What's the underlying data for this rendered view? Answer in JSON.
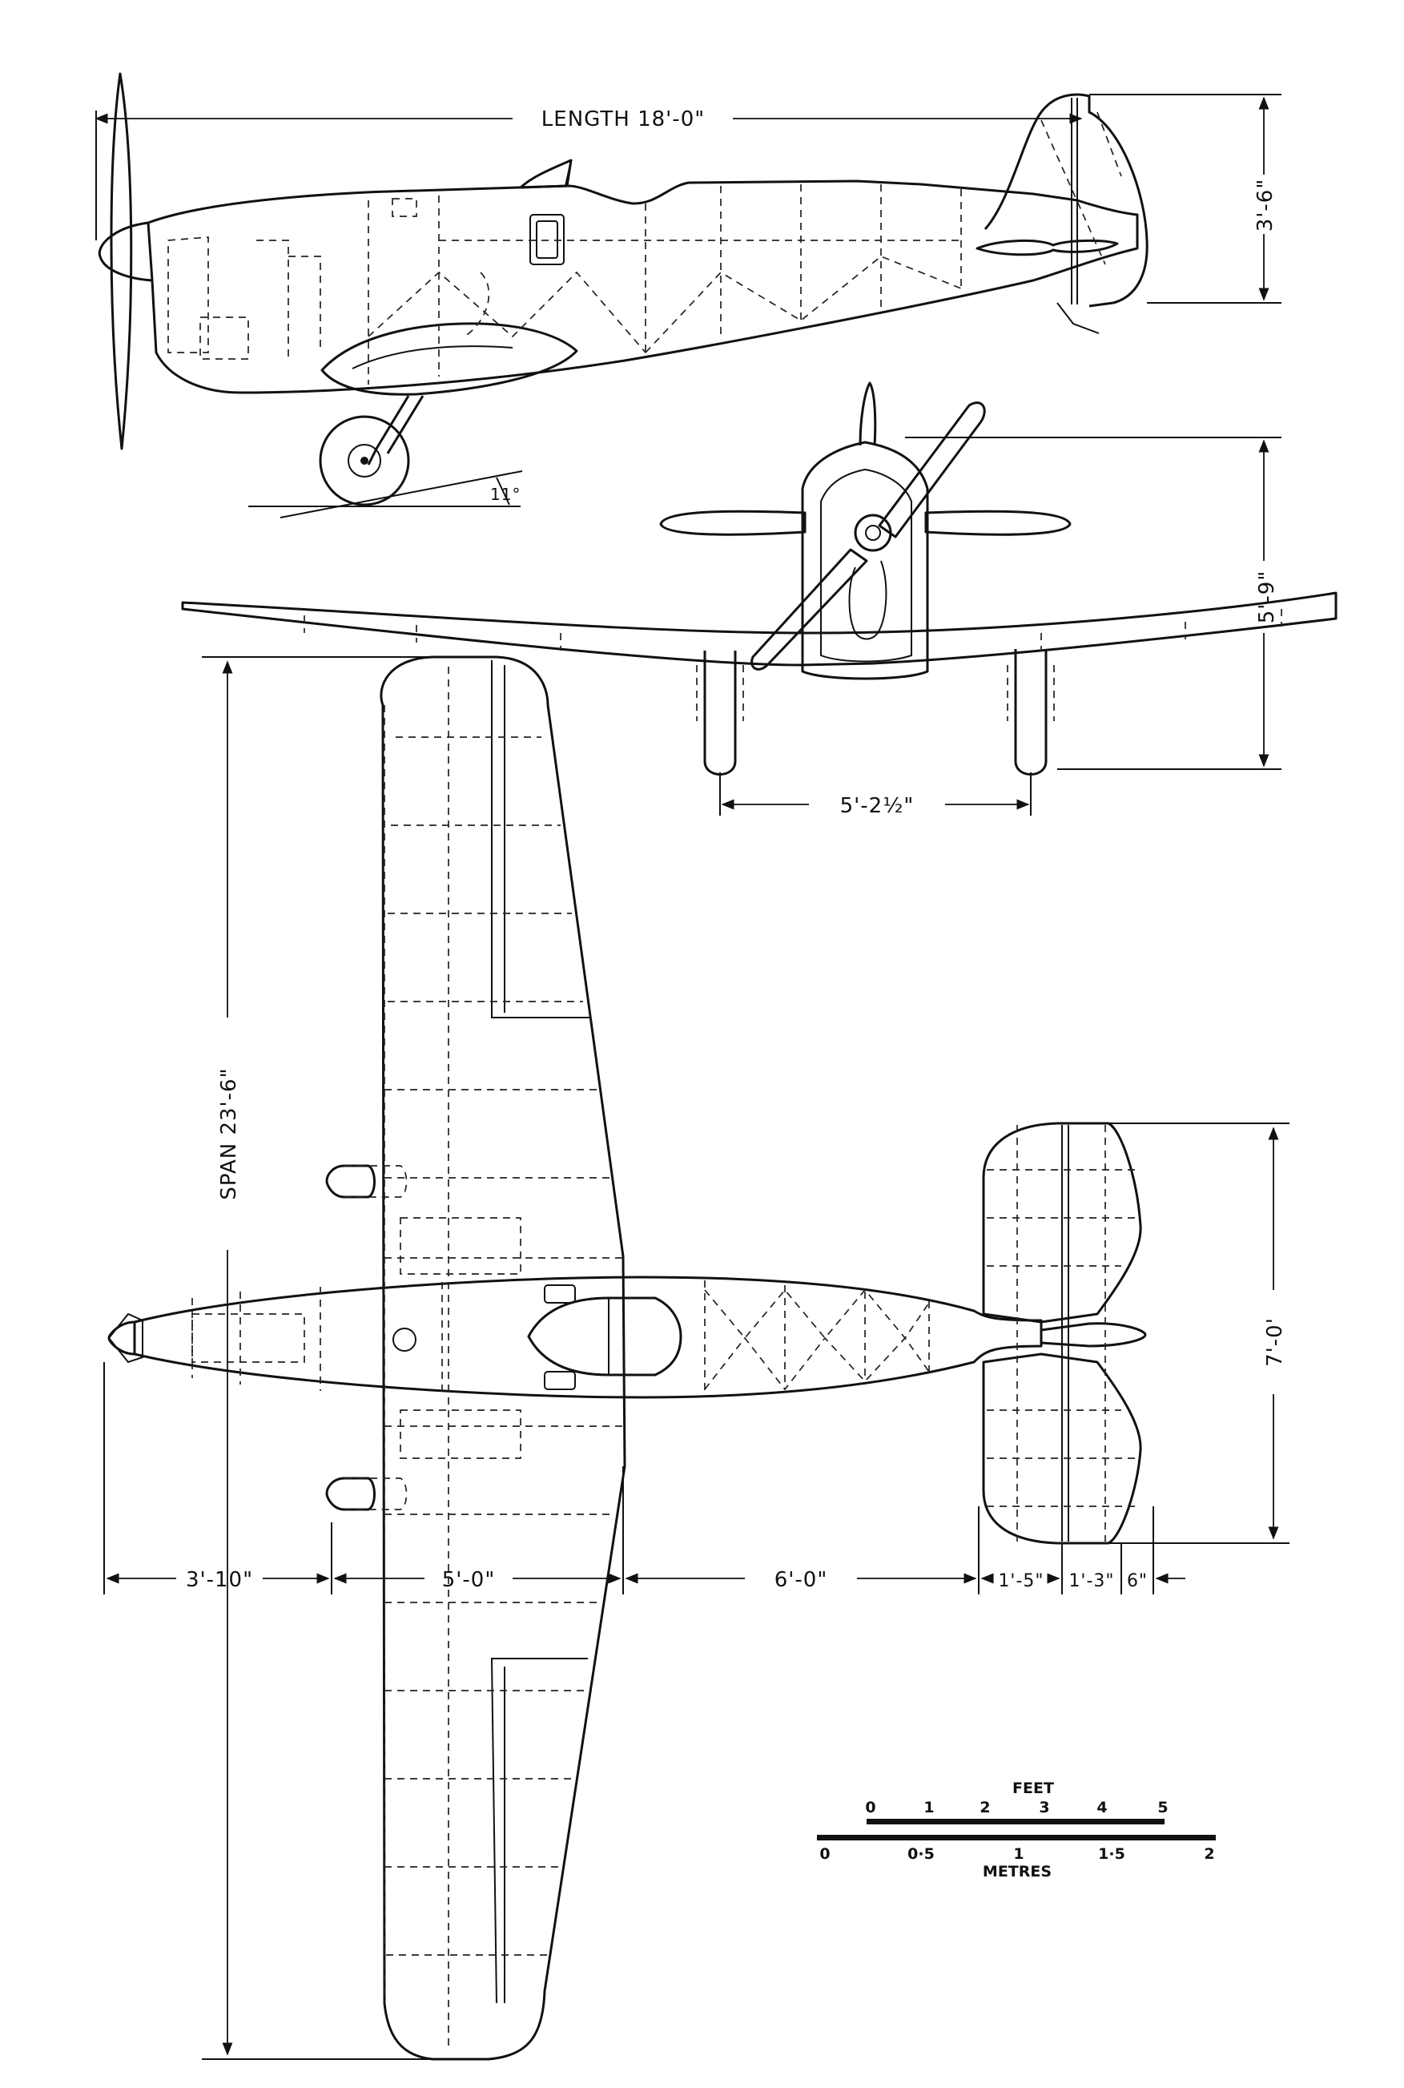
{
  "drawing": {
    "dimensions": {
      "length": "LENGTH  18'-0\"",
      "height": "3'-6\"",
      "prop_angle": "11°",
      "front_height": "5'-9\"",
      "track": "5'-2½\"",
      "span": "SPAN  23'-6\"",
      "tail_span": "7'-0'",
      "nose_to_wing": "3'-10\"",
      "wing_chord": "5'-0\"",
      "wing_to_tail": "6'-0\"",
      "tail_a": "1'-5\"",
      "tail_b": "1'-3\"",
      "tail_c": "6\""
    },
    "scale": {
      "feet_label": "FEET",
      "feet_ticks": [
        "0",
        "1",
        "2",
        "3",
        "4",
        "5"
      ],
      "metres_label": "METRES",
      "metres_ticks": [
        "0",
        "0·5",
        "1",
        "1·5",
        "2"
      ]
    }
  }
}
